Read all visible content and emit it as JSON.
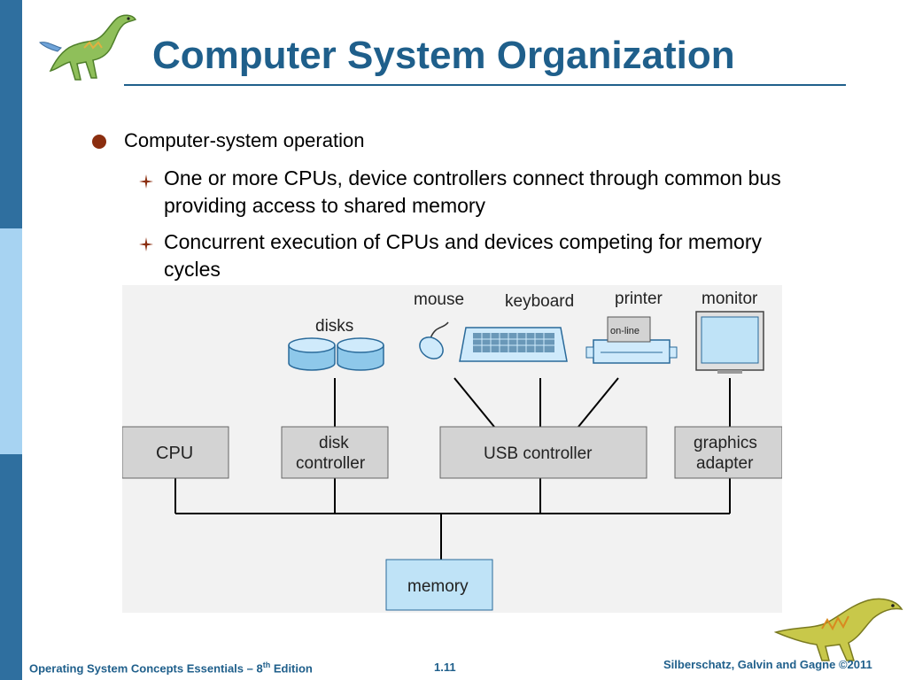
{
  "slide": {
    "title": "Computer System Organization",
    "bullet_l1": "Computer-system operation",
    "bullets_l2": [
      "One or more CPUs, device controllers connect through common bus providing access to shared memory",
      "Concurrent execution of CPUs and devices competing for memory cycles"
    ]
  },
  "diagram": {
    "devices": {
      "disks": "disks",
      "mouse": "mouse",
      "keyboard": "keyboard",
      "printer": "printer",
      "printer_panel": "on-line",
      "monitor": "monitor"
    },
    "boxes": {
      "cpu": "CPU",
      "disk_controller_1": "disk",
      "disk_controller_2": "controller",
      "usb_controller": "USB controller",
      "graphics_adapter_1": "graphics",
      "graphics_adapter_2": "adapter",
      "memory": "memory"
    },
    "colors": {
      "controller_fill": "#d3d3d3",
      "memory_fill": "#bfe3f7",
      "device_fill": "#bfe3f7",
      "line": "#000000"
    }
  },
  "footer": {
    "book_title": "Operating System Concepts Essentials – 8",
    "edition_sup": "th",
    "edition_word": " Edition",
    "page": "1.11",
    "copyright": "Silberschatz, Galvin and Gagne ©2011"
  },
  "colors": {
    "title": "#1f5f8b",
    "sidebar_dark": "#2f6f9f",
    "sidebar_light": "#a7d3f2",
    "bullet": "#8b2e0f"
  }
}
